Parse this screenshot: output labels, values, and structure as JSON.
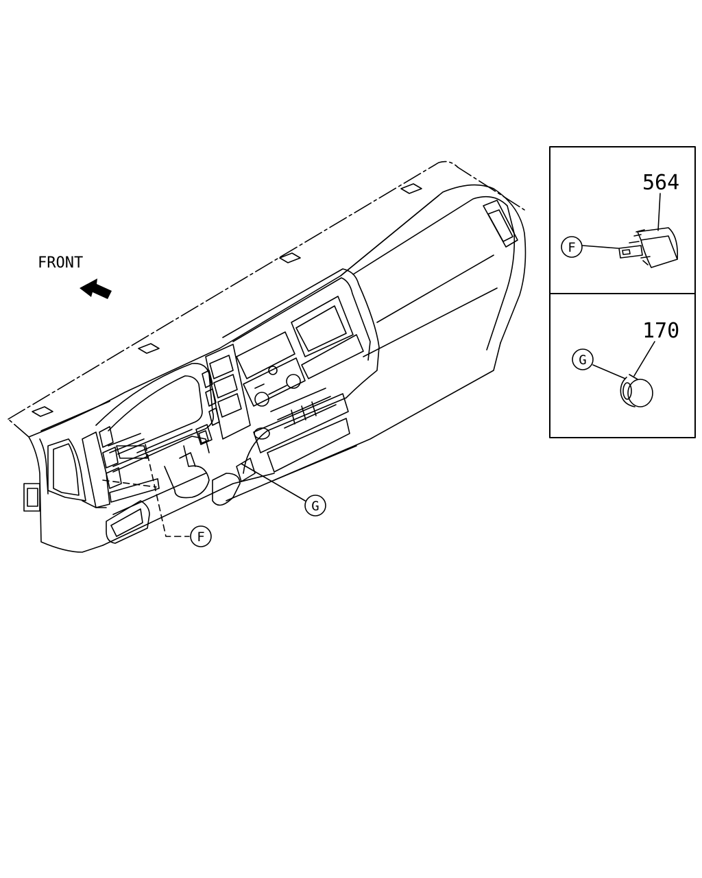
{
  "direction_label": "FRONT",
  "main_view": {
    "callout_f": "F",
    "callout_g": "G"
  },
  "detail_panels": [
    {
      "part_number": "564",
      "callout": "F"
    },
    {
      "part_number": "170",
      "callout": "G"
    }
  ]
}
